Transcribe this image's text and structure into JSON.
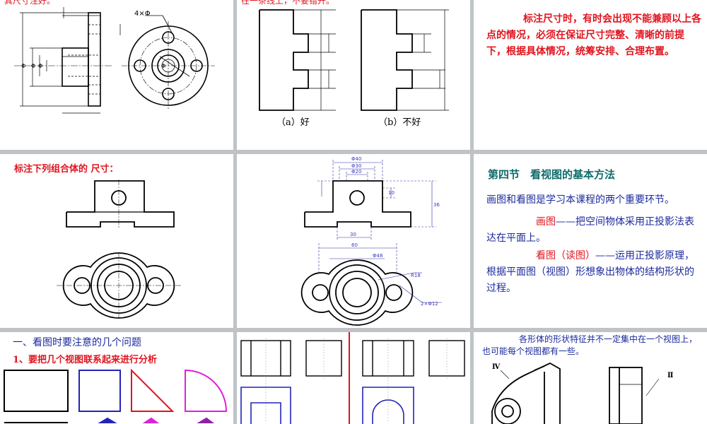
{
  "s1": {
    "caption": "其尺寸注好。",
    "label_holes": "4×Φ",
    "label_phi": "Φ"
  },
  "s2": {
    "caption": "在一条线上，不要错开。",
    "label_a": "（a）好",
    "label_b": "（b）不好"
  },
  "s3": {
    "text": "标注尺寸时，有时会出现不能兼顾以上各点的情况，必须在保证尺寸完整、清晰的前提下，根据具体情况，统筹安排、合理布置。"
  },
  "s4": {
    "title": "标注下列组合体的 尺寸："
  },
  "s5": {
    "dims": {
      "d40": "Φ40",
      "d30": "Φ30",
      "d20": "Φ20",
      "d10": "10",
      "d36": "36",
      "d30b": "30",
      "d60": "60",
      "d48": "Φ48",
      "r18": "R18",
      "d12": "2×Φ12"
    }
  },
  "s6": {
    "heading": "第四节　看视图的基本方法",
    "p1": "画图和看图是学习本课程的两个重要环节。",
    "p2_term": "画图",
    "p2_rest": "——把空间物体采用正投影法表达在平面上。",
    "p3_term": "看图（读图）",
    "p3_rest": "——运用正投影原理，根据平面图（视图）形想象出物体的结构形状的过程。"
  },
  "s7": {
    "heading": "一、看图时要注意的几个问题",
    "sub": "1、要把几个视图联系起来进行分析"
  },
  "s9": {
    "text": "各形体的形状特征并不一定集中在一个视图上，也可能每个视图都有一些。",
    "label_iv": "Ⅳ",
    "label_ii": "Ⅱ"
  },
  "colors": {
    "red": "#e0141e",
    "blue": "#1b2a9c",
    "teal": "#0e6b6b",
    "magenta": "#e020d8",
    "bg": "#bfc3c6"
  }
}
